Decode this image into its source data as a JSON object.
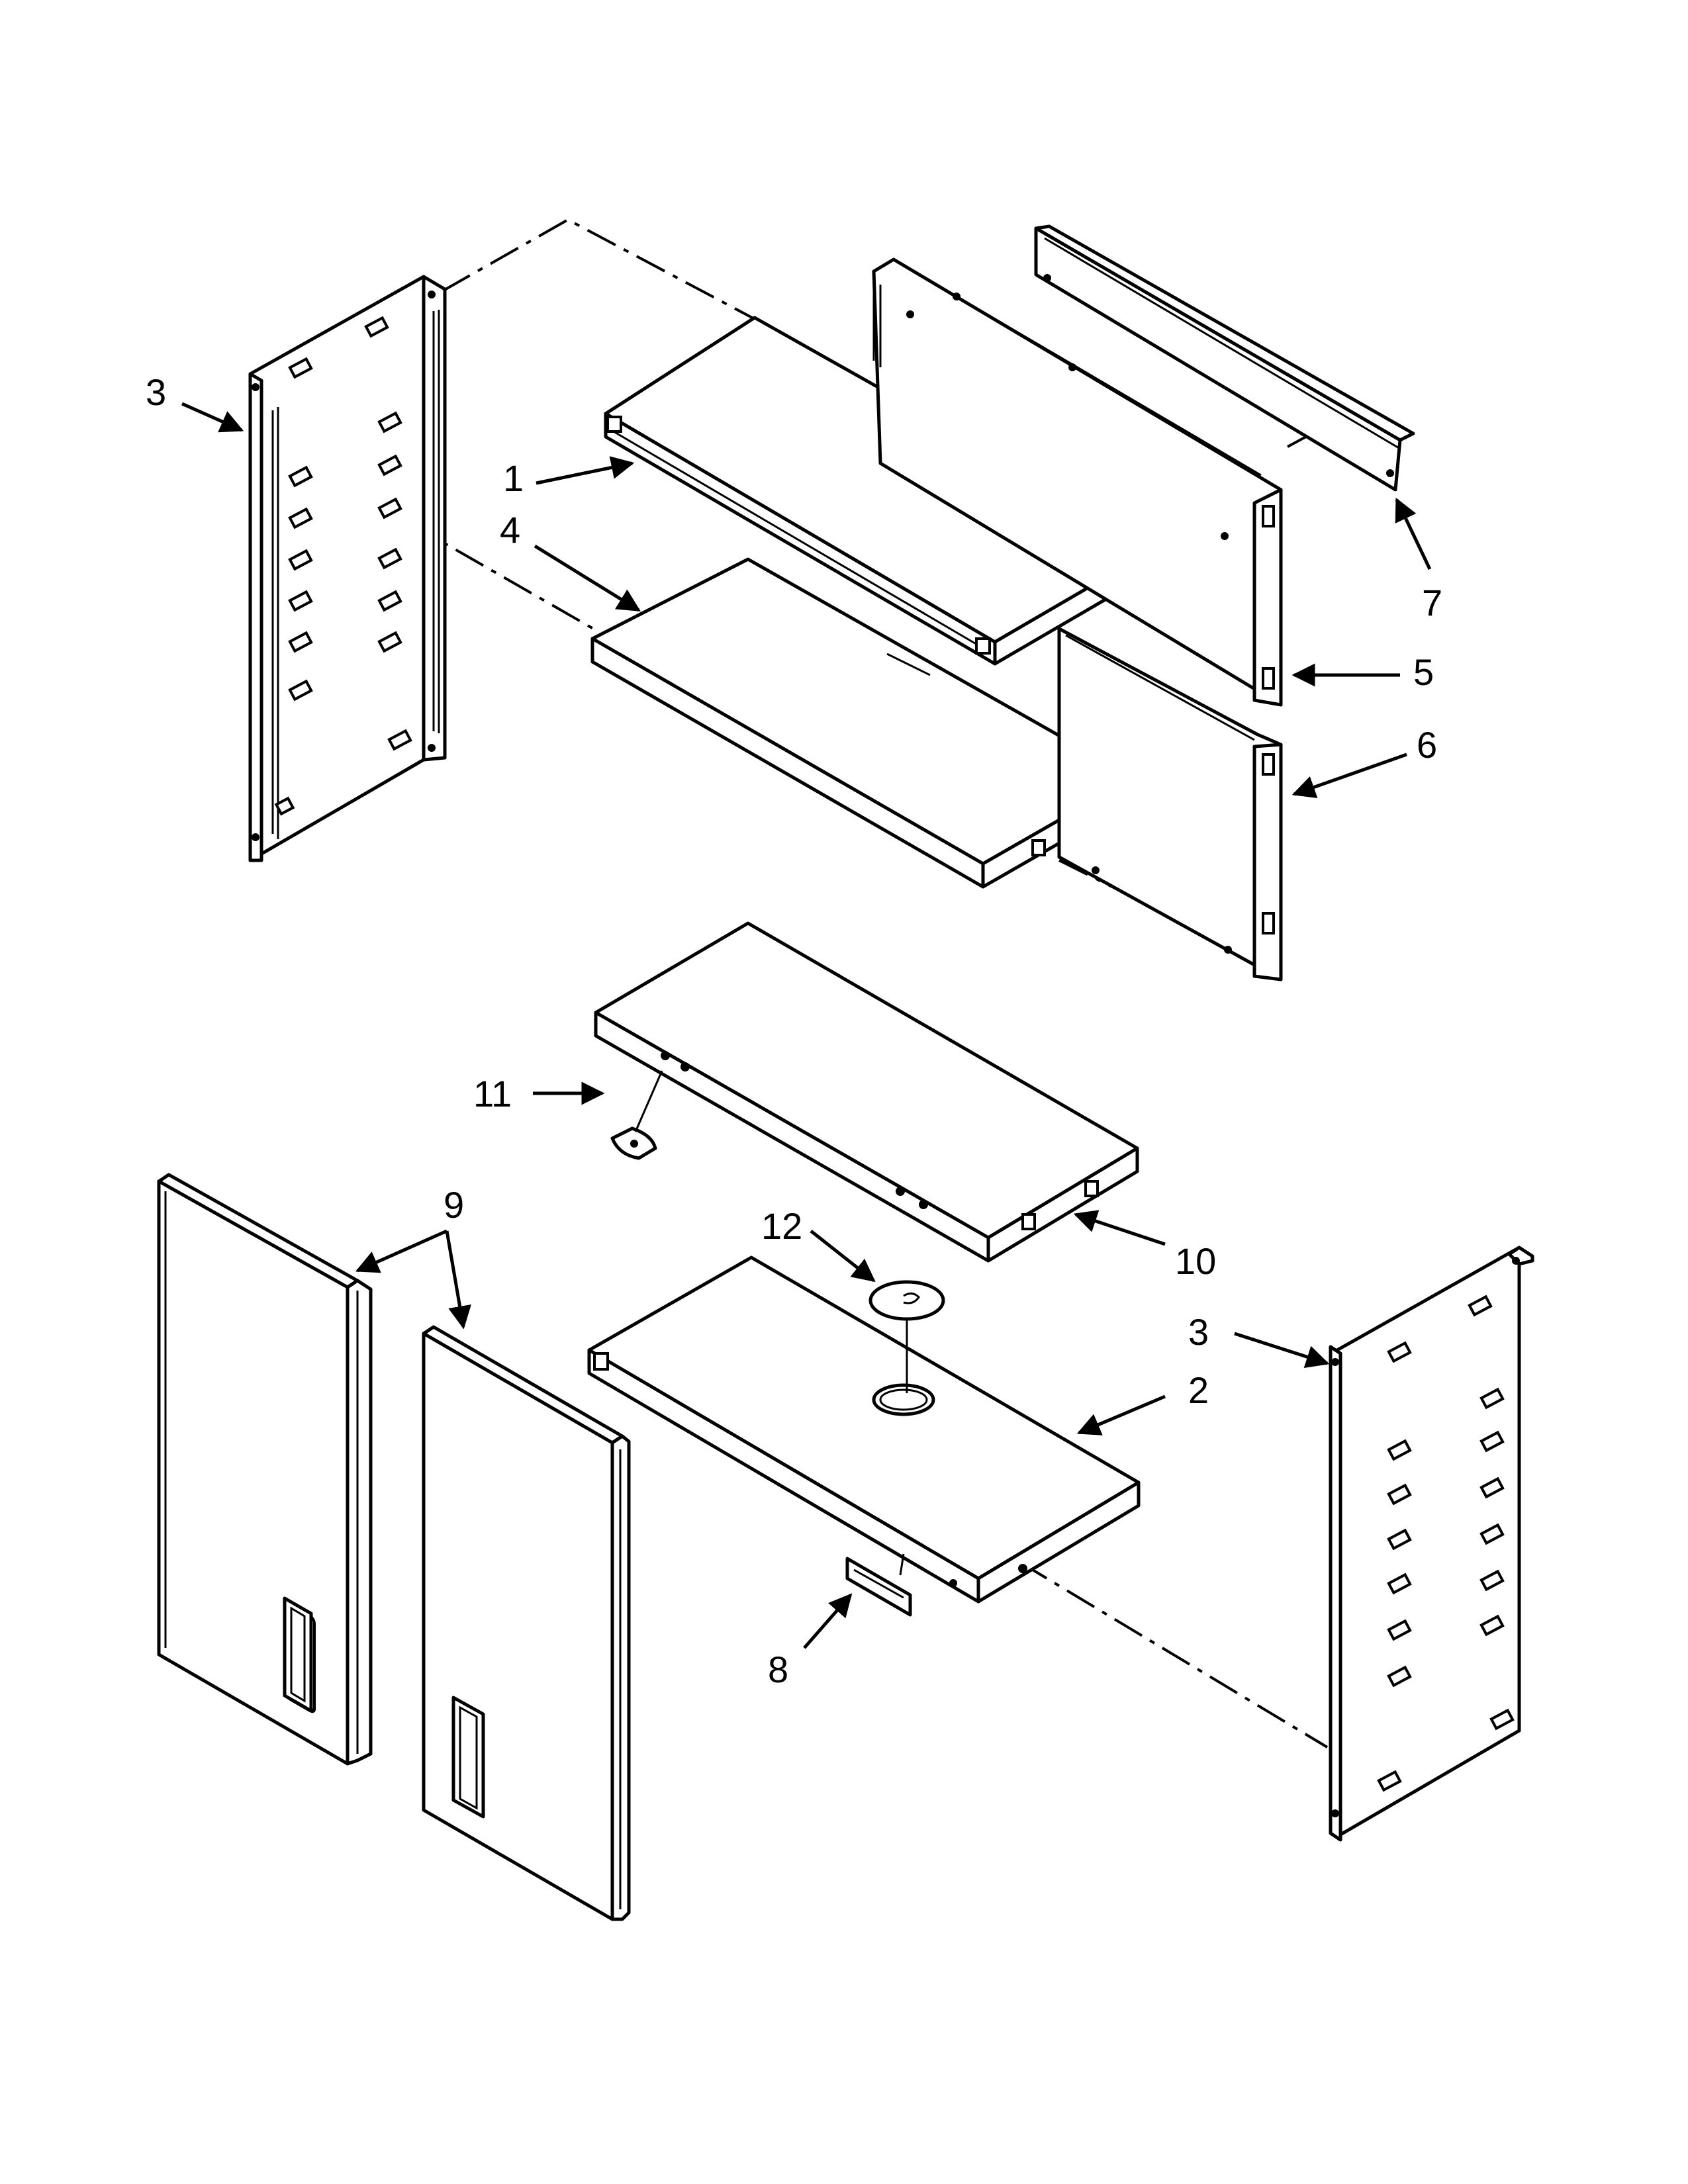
{
  "diagram": {
    "parts": [
      {
        "id": "1",
        "label": "1",
        "kind": "top-shelf"
      },
      {
        "id": "2",
        "label": "2",
        "kind": "bottom-panel"
      },
      {
        "id": "3",
        "label": "3",
        "kind": "side-panel"
      },
      {
        "id": "4",
        "label": "4",
        "kind": "adjustable-shelf"
      },
      {
        "id": "5",
        "label": "5",
        "kind": "back-panel-upper"
      },
      {
        "id": "6",
        "label": "6",
        "kind": "back-panel-lower"
      },
      {
        "id": "7",
        "label": "7",
        "kind": "mounting-rail"
      },
      {
        "id": "8",
        "label": "8",
        "kind": "logo-badge"
      },
      {
        "id": "9",
        "label": "9",
        "kind": "door"
      },
      {
        "id": "10",
        "label": "10",
        "kind": "middle-shelf"
      },
      {
        "id": "11",
        "label": "11",
        "kind": "shelf-clip"
      },
      {
        "id": "12",
        "label": "12",
        "kind": "grommet"
      }
    ],
    "callouts": {
      "c1": "1",
      "c2": "2",
      "c3_left": "3",
      "c3_right": "3",
      "c4": "4",
      "c5": "5",
      "c6": "6",
      "c7": "7",
      "c8": "8",
      "c9": "9",
      "c10": "10",
      "c11": "11",
      "c12": "12"
    },
    "line_color": "#000000",
    "background": "#ffffff"
  }
}
